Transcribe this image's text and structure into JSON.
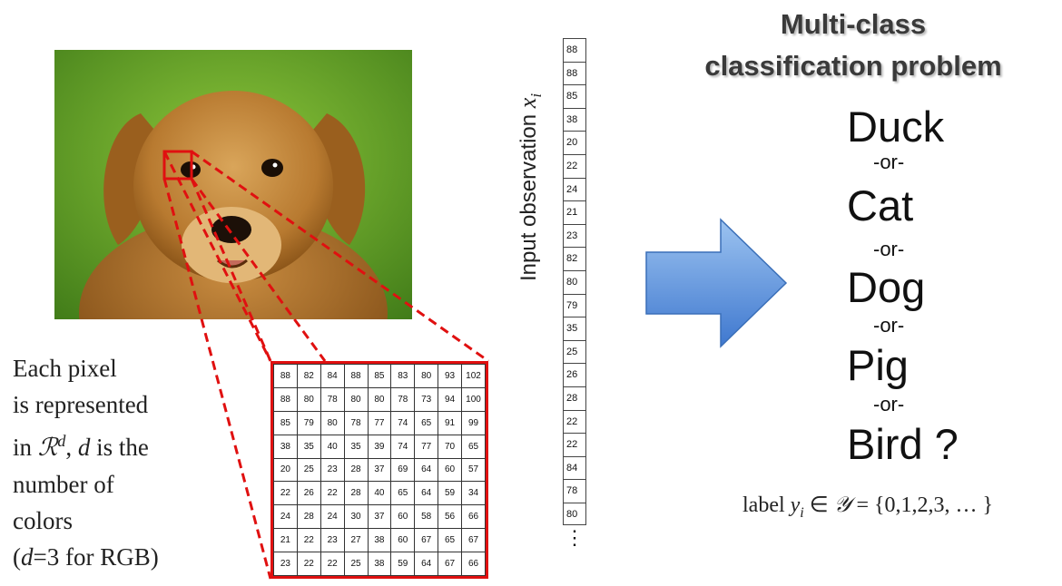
{
  "title": {
    "line1": "Multi-class",
    "line2": "classification problem"
  },
  "description": {
    "line1": "Each pixel",
    "line2": "is represented",
    "line3_prefix": "in ",
    "line3_set": "ℛ",
    "line3_sup": "d",
    "line3_mid": ", ",
    "line3_var": "d",
    "line3_suffix": " is the",
    "line4": "number of",
    "line5": "colors",
    "line6_open": "(",
    "line6_var": "d",
    "line6_rest": "=3 for RGB)"
  },
  "input_label": {
    "text": "Input observation ",
    "symbol": "x",
    "subscript": "i"
  },
  "vector_values": [
    "88",
    "88",
    "85",
    "38",
    "20",
    "22",
    "24",
    "21",
    "23",
    "82",
    "80",
    "79",
    "35",
    "25",
    "26",
    "28",
    "22",
    "22",
    "84",
    "78",
    "80"
  ],
  "vector_ellipsis": "⋮",
  "pixel_grid": [
    [
      "88",
      "82",
      "84",
      "88",
      "85",
      "83",
      "80",
      "93",
      "102"
    ],
    [
      "88",
      "80",
      "78",
      "80",
      "80",
      "78",
      "73",
      "94",
      "100"
    ],
    [
      "85",
      "79",
      "80",
      "78",
      "77",
      "74",
      "65",
      "91",
      "99"
    ],
    [
      "38",
      "35",
      "40",
      "35",
      "39",
      "74",
      "77",
      "70",
      "65"
    ],
    [
      "20",
      "25",
      "23",
      "28",
      "37",
      "69",
      "64",
      "60",
      "57"
    ],
    [
      "22",
      "26",
      "22",
      "28",
      "40",
      "65",
      "64",
      "59",
      "34"
    ],
    [
      "24",
      "28",
      "24",
      "30",
      "37",
      "60",
      "58",
      "56",
      "66"
    ],
    [
      "21",
      "22",
      "23",
      "27",
      "38",
      "60",
      "67",
      "65",
      "67"
    ],
    [
      "23",
      "22",
      "22",
      "25",
      "38",
      "59",
      "64",
      "67",
      "66"
    ]
  ],
  "classes": {
    "duck": "Duck",
    "or1": "-or-",
    "cat": "Cat",
    "or2": "-or-",
    "dog": "Dog",
    "or3": "-or-",
    "pig": "Pig",
    "or4": "-or-",
    "bird": "Bird ?"
  },
  "label_formula": {
    "prefix": "label ",
    "y": "y",
    "sub": "i",
    "in": " ∈ ",
    "set": "𝒴",
    "rest": " = {0,1,2,3, … }"
  },
  "colors": {
    "arrow": "#4a86d8",
    "highlight": "#e01010",
    "photo_bg": "#6aa028"
  },
  "icons": {
    "arrow": "right-arrow-icon",
    "photo": "puppy-photo"
  }
}
